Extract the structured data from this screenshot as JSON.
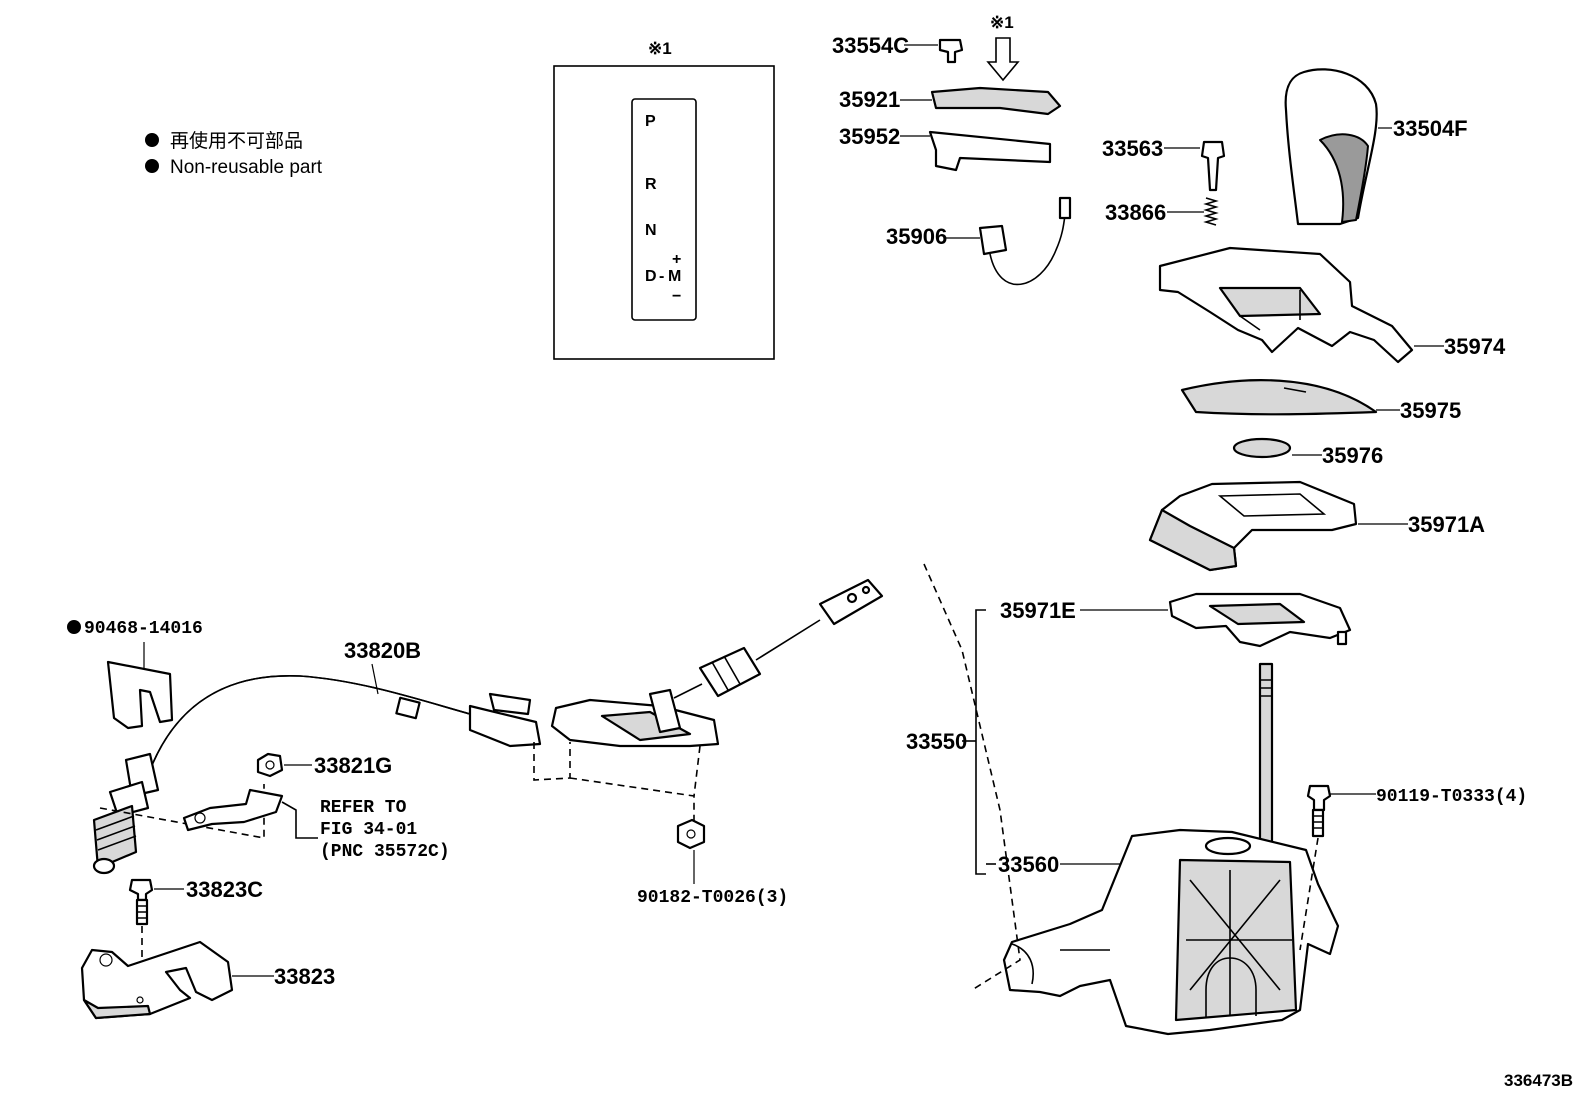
{
  "legend": {
    "line_jp": "再使用不可部品",
    "line_en": "Non-reusable part"
  },
  "inset": {
    "note": "※1",
    "gate_positions": [
      "P",
      "R",
      "N",
      "D",
      "M"
    ],
    "gate_plus": "+",
    "gate_minus": "−",
    "gate_dash": "-"
  },
  "arrow_note": "※1",
  "parts": {
    "p33554C": "33554C",
    "p35921": "35921",
    "p35952": "35952",
    "p35906": "35906",
    "p33563": "33563",
    "p33866": "33866",
    "p33504F": "33504F",
    "p35974": "35974",
    "p35975": "35975",
    "p35976": "35976",
    "p35971A": "35971A",
    "p35971E": "35971E",
    "p33550": "33550",
    "p33560": "33560",
    "p90119": "90119-T0333(4)",
    "p90468": "90468-14016",
    "p33820B": "33820B",
    "p33821G": "33821G",
    "p33823C": "33823C",
    "p33823": "33823",
    "p90182": "90182-T0026(3)"
  },
  "refer": {
    "line1": "REFER TO",
    "line2": "FIG 34-01",
    "line3": "(PNC 35572C)"
  },
  "figure_id": "336473B",
  "colors": {
    "ink": "#000000",
    "shade": "#d8d8d8",
    "dark": "#9a9a9a"
  }
}
